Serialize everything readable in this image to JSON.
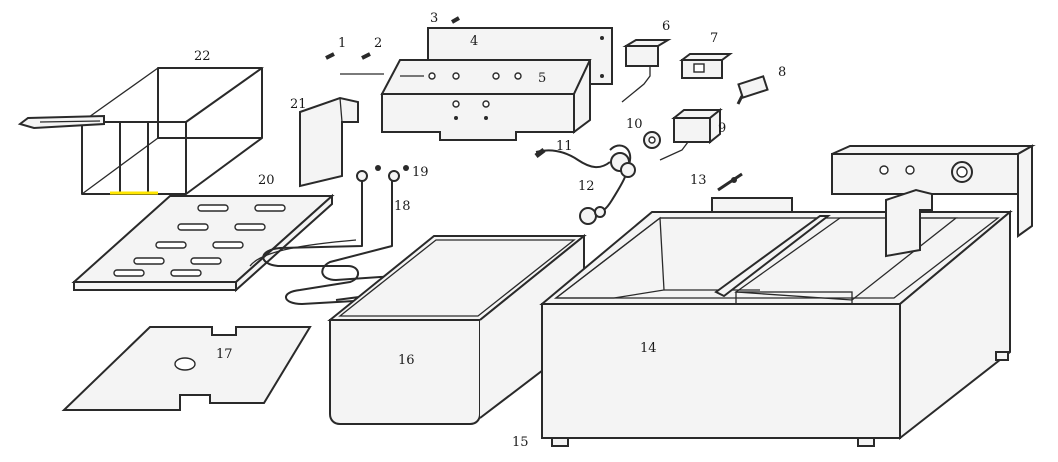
{
  "diagram": {
    "accent_color": "#ffe600",
    "stroke_color": "#2a2a2a",
    "parts": [
      {
        "id": 1,
        "label": "1"
      },
      {
        "id": 2,
        "label": "2"
      },
      {
        "id": 3,
        "label": "3"
      },
      {
        "id": 4,
        "label": "4"
      },
      {
        "id": 5,
        "label": "5"
      },
      {
        "id": 6,
        "label": "6"
      },
      {
        "id": 7,
        "label": "7"
      },
      {
        "id": 8,
        "label": "8"
      },
      {
        "id": 9,
        "label": "9"
      },
      {
        "id": 10,
        "label": "10"
      },
      {
        "id": 11,
        "label": "11"
      },
      {
        "id": 12,
        "label": "12"
      },
      {
        "id": 13,
        "label": "13"
      },
      {
        "id": 14,
        "label": "14"
      },
      {
        "id": 15,
        "label": "15"
      },
      {
        "id": 16,
        "label": "16"
      },
      {
        "id": 17,
        "label": "17"
      },
      {
        "id": 18,
        "label": "18"
      },
      {
        "id": 19,
        "label": "19"
      },
      {
        "id": 20,
        "label": "20"
      },
      {
        "id": 21,
        "label": "21"
      },
      {
        "id": 22,
        "label": "22"
      }
    ]
  }
}
